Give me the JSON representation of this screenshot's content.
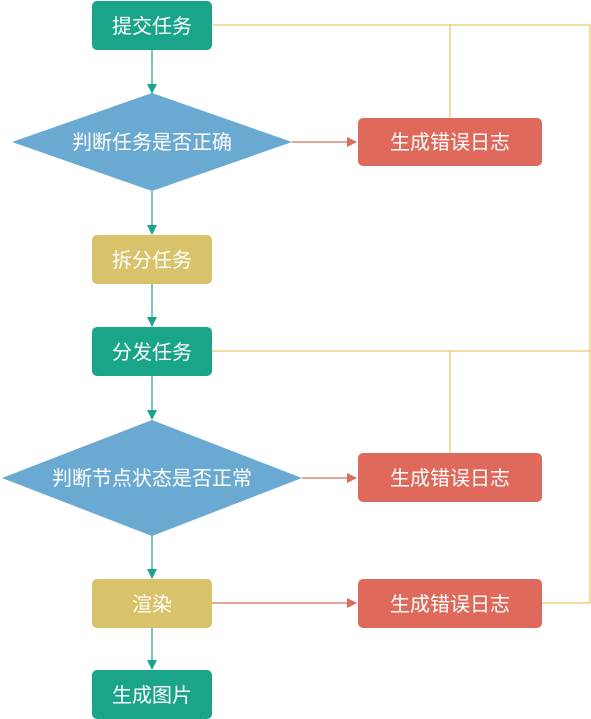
{
  "colors": {
    "process": "#1aa58b",
    "split": "#d8c26a",
    "decision": "#6aaad2",
    "error": "#df6a5b",
    "main_arrow": "#1aa58b",
    "error_arrow": "#df6a5b",
    "feedback_line": "#e9c766"
  },
  "nodes": {
    "submit": "提交任务",
    "check_task": "判断任务是否正确",
    "error_log_1": "生成错误日志",
    "split_task": "拆分任务",
    "dispatch_task": "分发任务",
    "check_node": "判断节点状态是否正常",
    "error_log_2": "生成错误日志",
    "render": "渲染",
    "error_log_3": "生成错误日志",
    "generate_image": "生成图片"
  }
}
